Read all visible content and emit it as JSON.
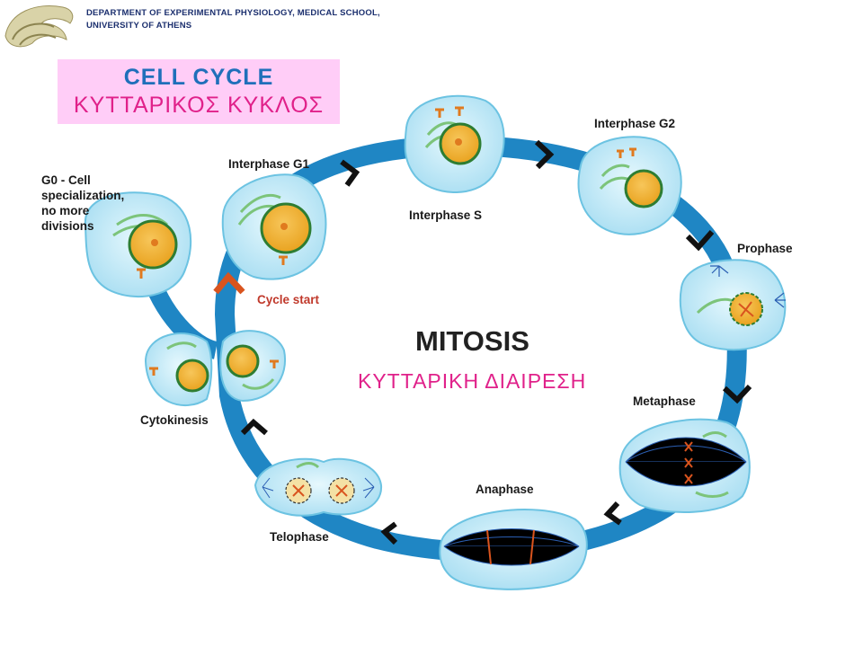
{
  "header": {
    "department_line1": "DEPARTMENT OF EXPERIMENTAL PHYSIOLOGY, MEDICAL SCHOOL,",
    "department_line2": "UNIVERSITY OF ATHENS"
  },
  "title": {
    "english": "CELL  CYCLE",
    "greek": "ΚΥΤΤΑΡΙΚΟΣ  ΚΥΚΛΟΣ"
  },
  "center": {
    "mitosis": "MITOSIS",
    "mitosis_greek": "ΚΥΤΤΑΡΙΚΗ  ΔΙΑΙΡΕΣΗ"
  },
  "phases": {
    "g0_line1": "G0 - Cell",
    "g0_line2": "specialization,",
    "g0_line3": "no more",
    "g0_line4": "divisions",
    "g1": "Interphase G1",
    "s": "Interphase S",
    "g2": "Interphase G2",
    "prophase": "Prophase",
    "metaphase": "Metaphase",
    "anaphase": "Anaphase",
    "telophase": "Telophase",
    "cytokinesis": "Cytokinesis",
    "cycle_start": "Cycle start"
  },
  "colors": {
    "ring": "#1f86c4",
    "cell_fill": "#bfe9f7",
    "cell_stroke": "#6cc3e2",
    "nucleus": "#f2b233",
    "nucleus_rim": "#2e7d32",
    "arrow": "#111111",
    "start_arrow": "#d9541e",
    "title_bg": "#ffcdf7",
    "title_en": "#1f6fba",
    "accent_pink": "#e0218a"
  }
}
